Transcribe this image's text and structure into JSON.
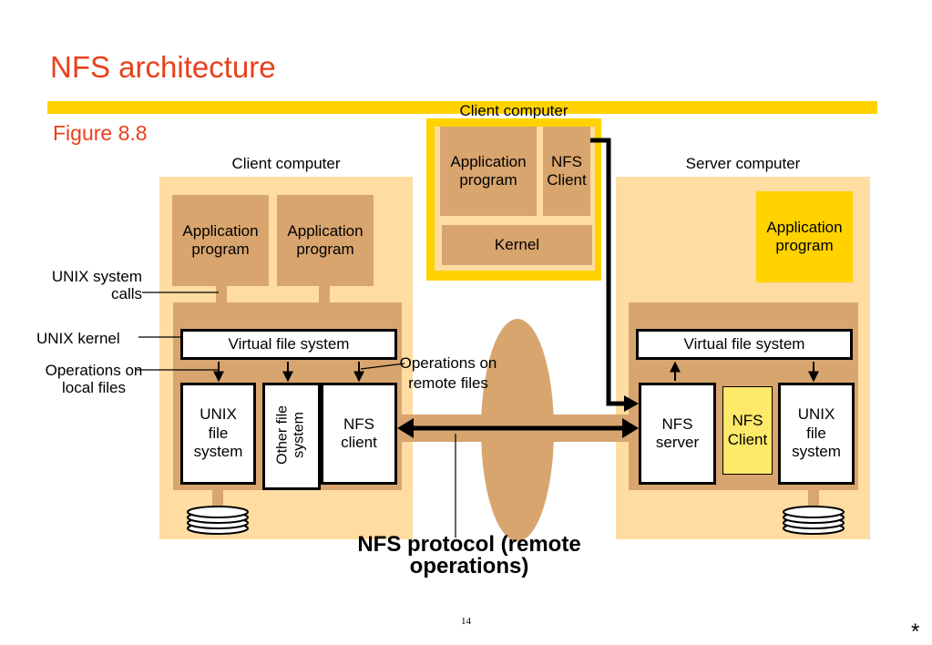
{
  "slide": {
    "title": "NFS architecture",
    "figure": "Figure 8.8",
    "page_number": "14",
    "footer_mark": "*"
  },
  "colors": {
    "title": "#e8401c",
    "band": "#ffd200",
    "machine_bg": "#ffdca1",
    "component": "#d8a56e",
    "highlight": "#ffd200",
    "nfs_client_highlight": "#ffe96a"
  },
  "inset": {
    "label": "Client computer",
    "app_program": "Application program",
    "nfs_client": "NFS Client",
    "kernel": "Kernel"
  },
  "client": {
    "label": "Client computer",
    "app1": "Application program",
    "app2": "Application program",
    "vfs": "Virtual file system",
    "unix_fs": "UNIX file system",
    "other_fs": "Other file system",
    "nfs_client": "NFS client"
  },
  "server": {
    "label": "Server computer",
    "app": "Application program",
    "vfs": "Virtual file system",
    "nfs_server": "NFS server",
    "nfs_client": "NFS Client",
    "unix_fs": "UNIX file system"
  },
  "annotations": {
    "unix_system_calls": "UNIX system calls",
    "unix_kernel": "UNIX kernel",
    "ops_local": "Operations on local files",
    "ops_remote": "Operations on remote files",
    "protocol": "NFS protocol (remote operations)"
  }
}
